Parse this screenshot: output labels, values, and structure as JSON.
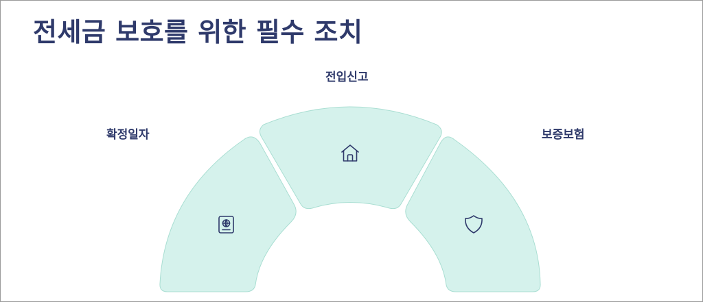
{
  "title": "전세금 보호를 위한 필수 조치",
  "segments": [
    {
      "label": "확정일자",
      "icon": "passport-icon"
    },
    {
      "label": "전입신고",
      "icon": "home-icon"
    },
    {
      "label": "보증보험",
      "icon": "shield-icon"
    }
  ],
  "colors": {
    "segment_fill": "#d5f2ec",
    "segment_stroke": "#a9ded2",
    "text": "#2f3a6b"
  }
}
